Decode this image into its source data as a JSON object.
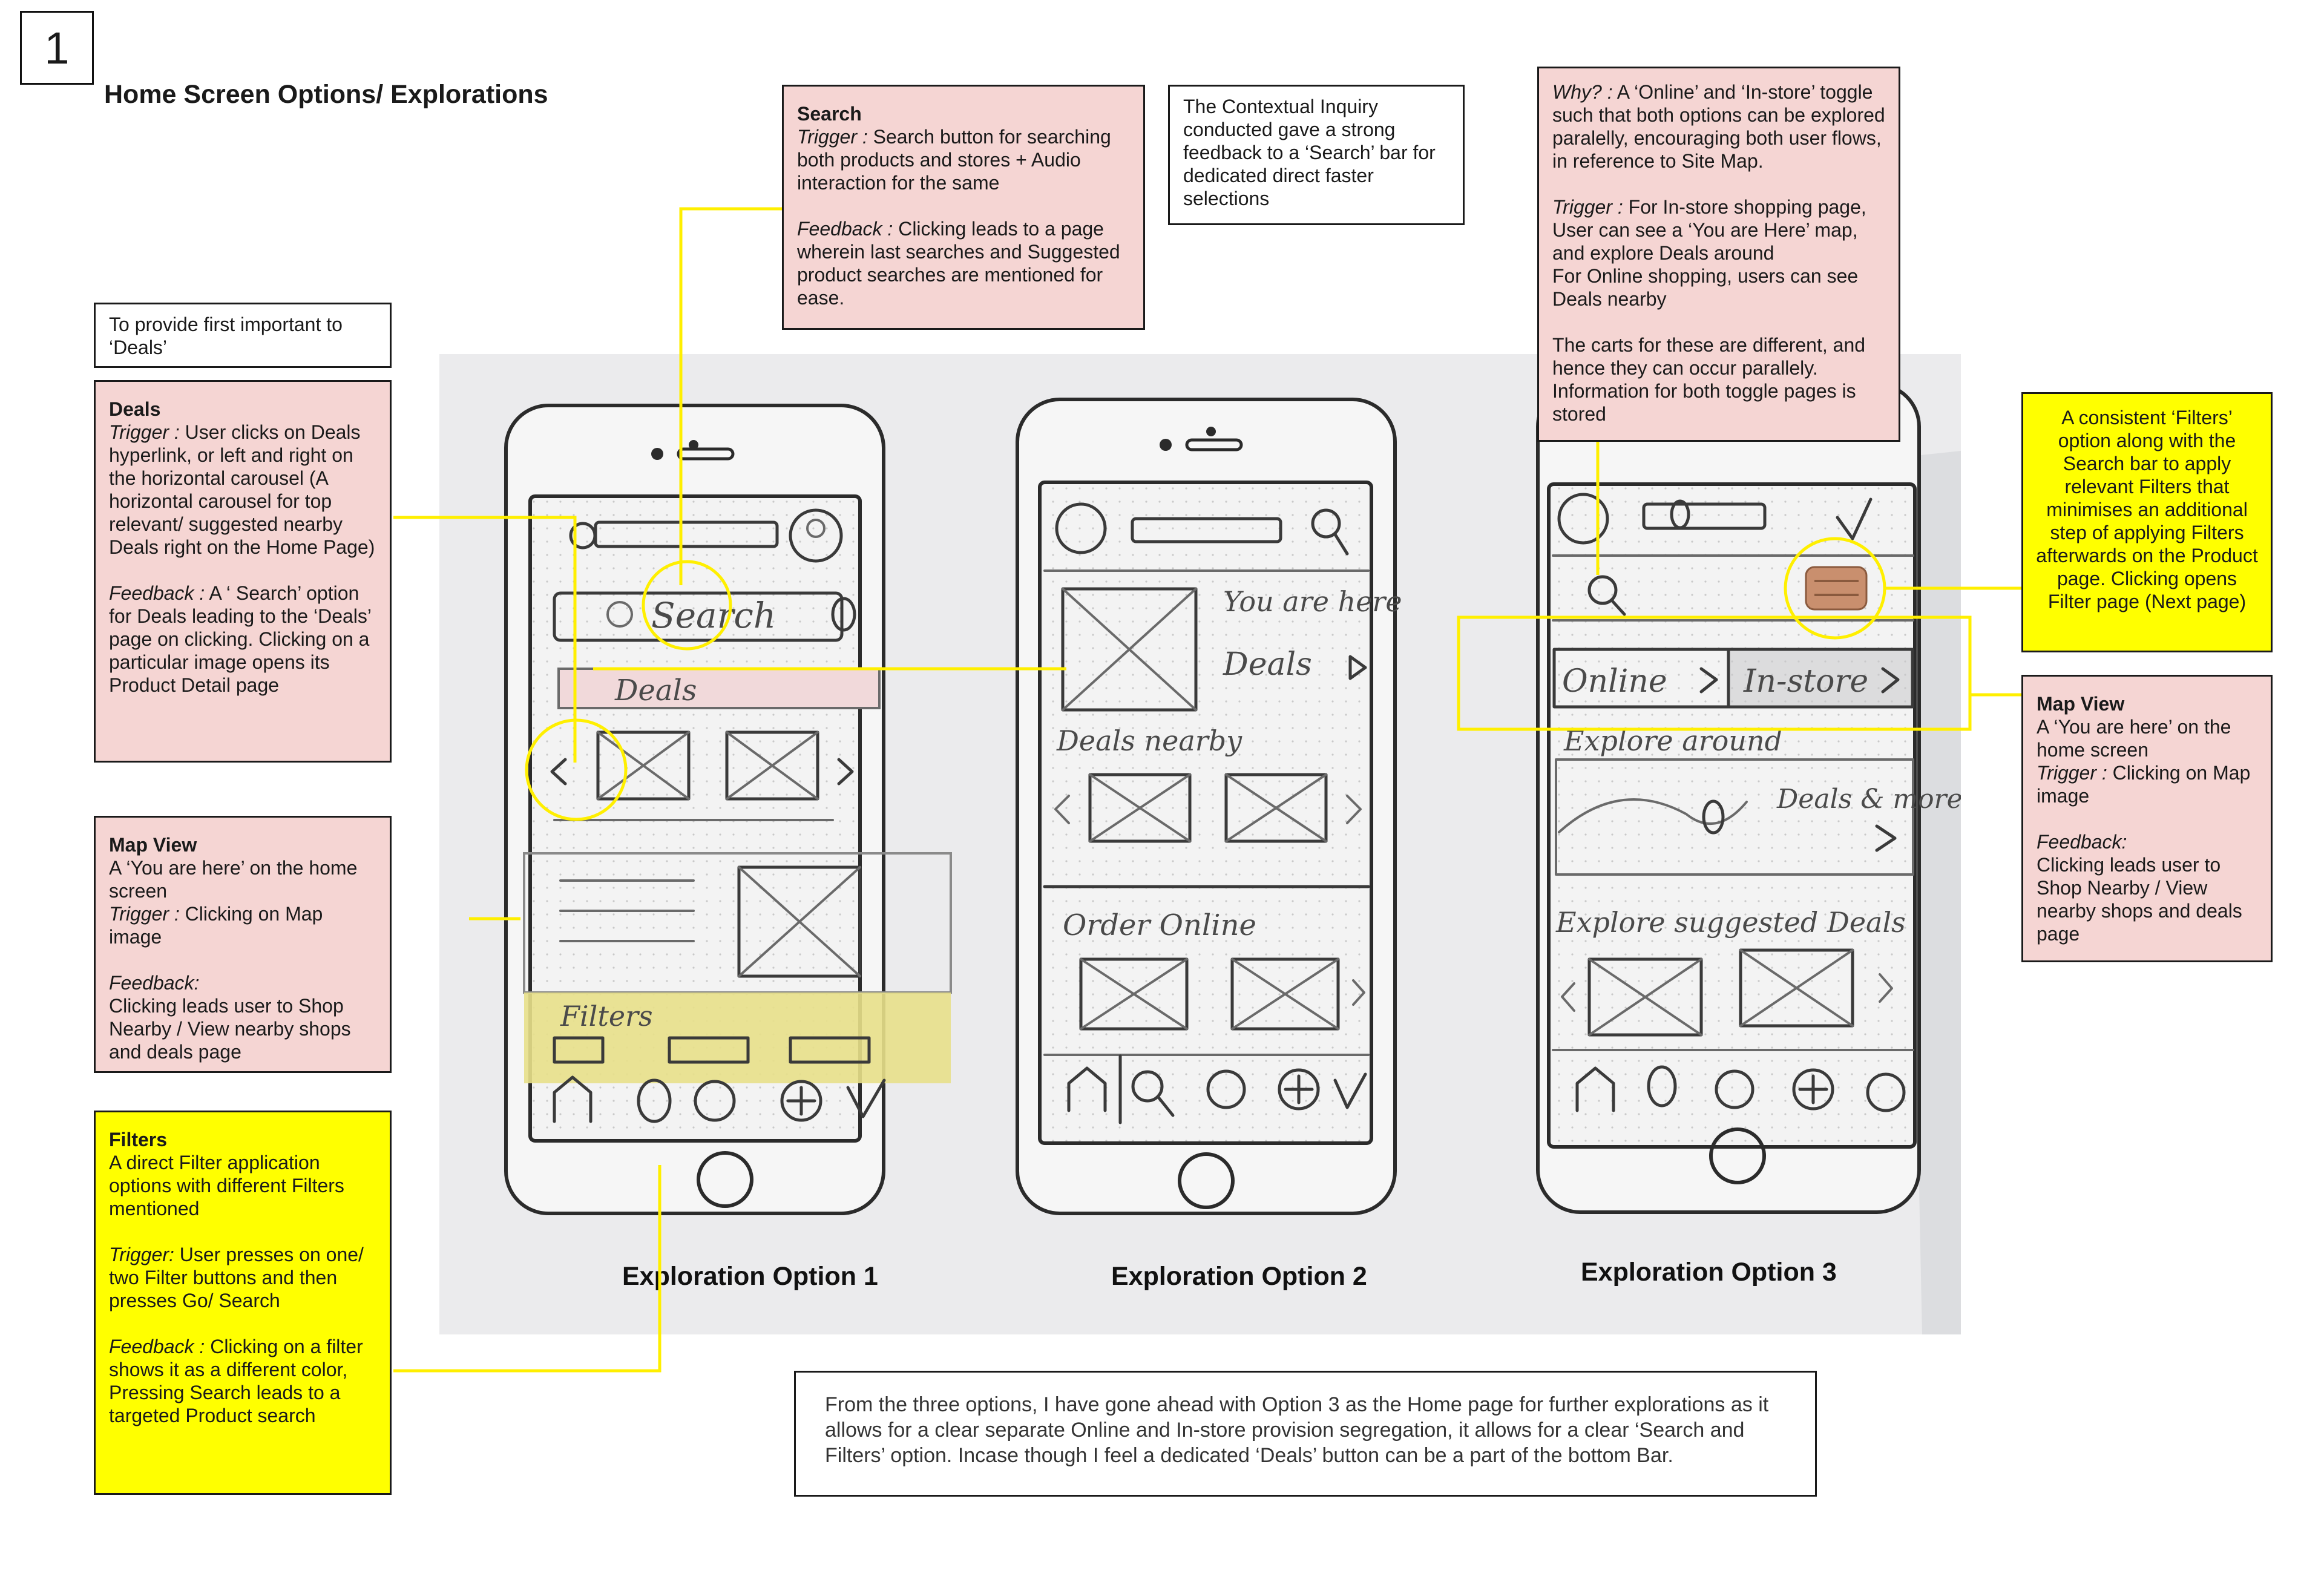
{
  "page_number": "1",
  "page_title": "Home Screen Options/ Explorations",
  "notes": {
    "deals_intro": "To provide first important to ‘Deals’",
    "deals": {
      "title": "Deals",
      "trigger_label": "Trigger :",
      "trigger_text": " User clicks on Deals hyperlink, or left and right on the horizontal carousel (A horizontal carousel for top relevant/ suggested nearby Deals right on the Home Page)",
      "feedback_label": "Feedback :",
      "feedback_text": " A ‘ Search’ option for Deals leading to the ‘Deals’ page on clicking. Clicking on a particular image opens its Product Detail page"
    },
    "map_view_left": {
      "title": "Map View",
      "intro": "A ‘You are here’ on the home screen",
      "trigger_label": "Trigger :",
      "trigger_text": " Clicking on Map image",
      "feedback_label": "Feedback:",
      "feedback_text": "Clicking leads user to Shop Nearby / View nearby shops and deals page"
    },
    "filters": {
      "title": "Filters",
      "intro": "A direct Filter application options with different Filters mentioned",
      "trigger_label": "Trigger:",
      "trigger_text": " User presses on  one/ two Filter buttons and then presses Go/ Search",
      "feedback_label": "Feedback :",
      "feedback_text": " Clicking on a filter shows it as a different color, Pressing Search leads to a targeted Product search"
    },
    "search": {
      "title": "Search",
      "trigger_label": "Trigger :",
      "trigger_text": " Search button for searching both products and stores + Audio interaction for the same",
      "feedback_label": "Feedback :",
      "feedback_text": " Clicking leads to a page wherein last searches and Suggested product searches are mentioned for ease."
    },
    "contextual": "The Contextual Inquiry conducted gave a strong feedback to a ‘Search’ bar for dedicated direct faster selections",
    "why": {
      "why_label": "Why? :",
      "why_text": " A ‘Online’ and ‘In-store’ toggle such that both options can be explored paralelly, encouraging both user flows, in reference to Site Map.",
      "trigger_label": "Trigger :",
      "trigger_text": " For In-store shopping page, User can see a ‘You are Here’ map, and explore Deals around",
      "trigger_extra": "For Online shopping, users can see Deals nearby",
      "carts_text": "The carts for these are different, and hence they can occur parallely. Information for both toggle pages is stored"
    },
    "consistent_filters": "A consistent ‘Filters’ option along with the Search bar to apply relevant Filters that minimises an additional step of applying Filters afterwards on the Product page. Clicking opens Filter page (Next page)",
    "map_view_right": {
      "title": "Map View",
      "intro": "A ‘You are here’ on the home screen",
      "trigger_label": "Trigger :",
      "trigger_text": " Clicking on Map image",
      "feedback_label": "Feedback:",
      "feedback_text": "Clicking leads user to Shop Nearby / View nearby shops and deals page"
    },
    "conclusion": "From the three options, I have gone ahead with Option 3 as the Home page for further explorations as it allows for a clear separate Online and In-store provision segregation, it allows for a clear ‘Search and Filters’ option. Incase though I feel a dedicated ‘Deals’ button can be a part of the bottom Bar."
  },
  "captions": [
    "Exploration Option 1",
    "Exploration Option 2",
    "Exploration Option 3"
  ],
  "sketch_labels": {
    "search": "Search",
    "deals": "Deals",
    "filters": "Filters",
    "you_are_here": "You are here",
    "deals_arrow": "Deals",
    "deals_nearby": "Deals nearby",
    "order_online": "Order Online",
    "online": "Online",
    "in_store": "In-store",
    "explore_around": "Explore around",
    "deals_more": "Deals & more",
    "explore_suggested": "Explore suggested Deals"
  },
  "colors": {
    "note_pink": "#f5d5d3",
    "note_yellow": "#ffff00",
    "leader_yellow": "#ffef00",
    "filter_highlight": "#e8e08a",
    "search_filter_orange": "#c98f6e"
  }
}
